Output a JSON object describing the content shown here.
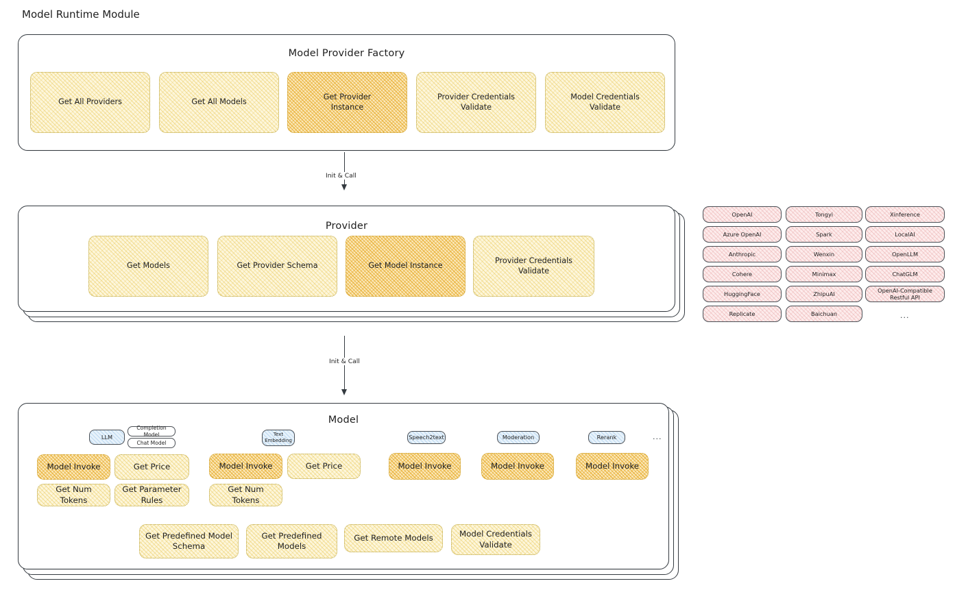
{
  "page": {
    "title": "Model Runtime Module"
  },
  "factory": {
    "title": "Model Provider Factory",
    "nodes": [
      {
        "label": "Get All Providers",
        "highlighted": false
      },
      {
        "label": "Get All Models",
        "highlighted": false
      },
      {
        "label": "Get Provider\nInstance",
        "highlighted": true
      },
      {
        "label": "Provider Credentials\nValidate",
        "highlighted": false
      },
      {
        "label": "Model Credentials\nValidate",
        "highlighted": false
      }
    ]
  },
  "arrows": [
    {
      "label": "Init & Call"
    },
    {
      "label": "Init & Call"
    }
  ],
  "provider": {
    "title": "Provider",
    "nodes": [
      {
        "label": "Get Models",
        "highlighted": false
      },
      {
        "label": "Get Provider Schema",
        "highlighted": false
      },
      {
        "label": "Get Model Instance",
        "highlighted": true
      },
      {
        "label": "Provider Credentials\nValidate",
        "highlighted": false
      }
    ]
  },
  "provider_list": {
    "columns": [
      [
        "OpenAI",
        "Azure OpenAI",
        "Anthropic",
        "Cohere",
        "HuggingFace",
        "Replicate"
      ],
      [
        "Tongyi",
        "Spark",
        "Wenxin",
        "Minimax",
        "ZhipuAI",
        "Baichuan"
      ],
      [
        "Xinference",
        "LocalAI",
        "OpenLLM",
        "ChatGLM",
        "OpenAI-Compatible Restful API"
      ]
    ],
    "more": "..."
  },
  "model": {
    "title": "Model",
    "more": "...",
    "types": [
      {
        "name": "LLM",
        "sub_labels": [
          "Completion Model",
          "Chat Model"
        ],
        "methods": [
          {
            "label": "Model Invoke",
            "highlighted": true
          },
          {
            "label": "Get Price",
            "highlighted": false
          },
          {
            "label": "Get Num Tokens",
            "highlighted": false
          },
          {
            "label": "Get Parameter\nRules",
            "highlighted": false
          }
        ]
      },
      {
        "name": "Text\nEmbedding",
        "sub_labels": [],
        "methods": [
          {
            "label": "Model Invoke",
            "highlighted": true
          },
          {
            "label": "Get Price",
            "highlighted": false
          },
          {
            "label": "Get Num Tokens",
            "highlighted": false
          }
        ]
      },
      {
        "name": "Speech2text",
        "sub_labels": [],
        "methods": [
          {
            "label": "Model Invoke",
            "highlighted": true
          }
        ]
      },
      {
        "name": "Moderation",
        "sub_labels": [],
        "methods": [
          {
            "label": "Model Invoke",
            "highlighted": true
          }
        ]
      },
      {
        "name": "Rerank",
        "sub_labels": [],
        "methods": [
          {
            "label": "Model Invoke",
            "highlighted": true
          }
        ]
      }
    ],
    "shared_methods": [
      "Get Predefined Model\nSchema",
      "Get Predefined\nModels",
      "Get Remote Models",
      "Model Credentials\nValidate"
    ]
  },
  "colors": {
    "node_fill": "#fdf6db",
    "node_fill_strong": "#fbe9bc",
    "provider_chip_fill": "#fdecec",
    "type_chip_fill": "#e7f2fb",
    "stroke": "#343a40"
  }
}
